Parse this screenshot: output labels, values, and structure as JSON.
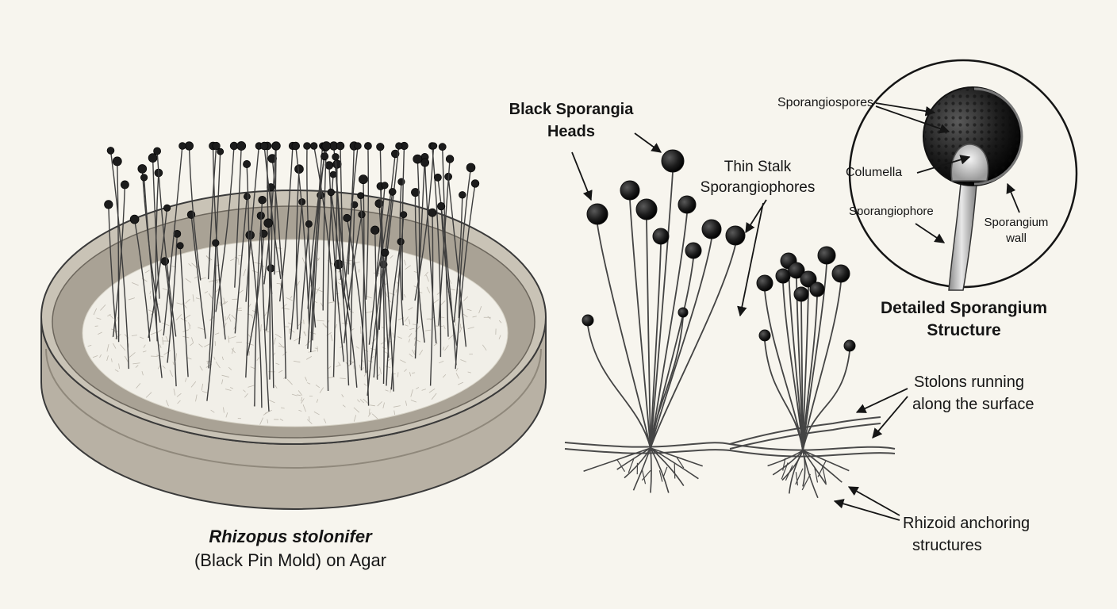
{
  "caption": {
    "species": "Rhizopus stolonifer",
    "common_name": "(Black Pin Mold) on Agar"
  },
  "labels": {
    "sporangia_heads_line1": "Black Sporangia",
    "sporangia_heads_line2": "Heads",
    "stalk_line1": "Thin Stalk",
    "stalk_line2": "Sporangiophores",
    "stolons_line1": "Stolons running",
    "stolons_line2": "along the surface",
    "rhizoid_line1": "Rhizoid anchoring",
    "rhizoid_line2": "structures"
  },
  "detail": {
    "sporangiospores": "Sporangiospores",
    "columella": "Columella",
    "sporangiophore": "Sporangiophore",
    "wall_line1": "Sporangium",
    "wall_line2": "wall",
    "title_line1": "Detailed Sporangium",
    "title_line2": "Structure"
  },
  "colors": {
    "background": "#f7f5ee",
    "ink": "#151515",
    "agar": "#a9a295",
    "mycelium": "#f1efe8",
    "sporangium": "#1c1c1c"
  }
}
